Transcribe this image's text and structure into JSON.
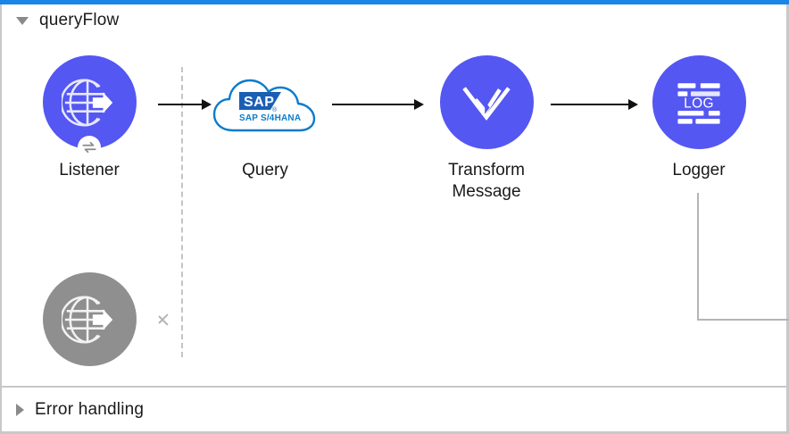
{
  "theme": {
    "accent_bar": "#1a85e8",
    "node_active": "#5457f2",
    "node_disabled": "#8f8f8f",
    "connector_active": "#111111",
    "connector_return": "#b4b4b4",
    "lane_divider": "#c4c4c4",
    "frame_border": "#c8c8c8",
    "sap_blue": "#0b7ccb",
    "sap_logo_blue": "#1a5fb4",
    "text": "#1a1a1a"
  },
  "sections": [
    {
      "id": "query-flow",
      "title": "queryFlow",
      "caret": "caret-down-icon",
      "expanded": true
    },
    {
      "id": "error-handling",
      "title": "Error handling",
      "caret": "caret-right-icon",
      "expanded": false
    }
  ],
  "flow": {
    "nodes": [
      {
        "id": "listener",
        "label": "Listener",
        "icon": "globe-arrow-icon",
        "badge": "exchange-icon",
        "state": "active",
        "shape": "circle"
      },
      {
        "id": "query",
        "label": "Query",
        "icon": "sap-s4hana-cloud-icon",
        "badge": null,
        "state": "active",
        "shape": "cloud",
        "logo_text": "SAP",
        "logo_mark": "®",
        "logo_subtitle": "SAP S/4HANA"
      },
      {
        "id": "transform-message",
        "label": "Transform Message",
        "label_line1": "Transform",
        "label_line2": "Message",
        "icon": "transform-chevrons-icon",
        "badge": null,
        "state": "active",
        "shape": "circle"
      },
      {
        "id": "logger",
        "label": "Logger",
        "icon": "log-lines-icon",
        "badge": null,
        "state": "active",
        "shape": "circle",
        "icon_text": "LOG"
      },
      {
        "id": "response-endpoint",
        "label": "",
        "icon": "globe-arrow-icon",
        "badge": null,
        "state": "disabled",
        "shape": "circle"
      }
    ],
    "connectors": [
      {
        "id": "listener-to-query",
        "from": "listener",
        "to": "query",
        "style": "solid",
        "color": "#111111"
      },
      {
        "id": "query-to-transform",
        "from": "query",
        "to": "transform-message",
        "style": "solid",
        "color": "#111111"
      },
      {
        "id": "transform-to-logger",
        "from": "transform-message",
        "to": "logger",
        "style": "solid",
        "color": "#111111"
      },
      {
        "id": "logger-to-response",
        "from": "logger",
        "to": "response-endpoint",
        "style": "solid",
        "color": "#b4b4b4"
      }
    ],
    "lane_divider": {
      "id": "pool-lane-divider",
      "style": "dashed"
    }
  }
}
